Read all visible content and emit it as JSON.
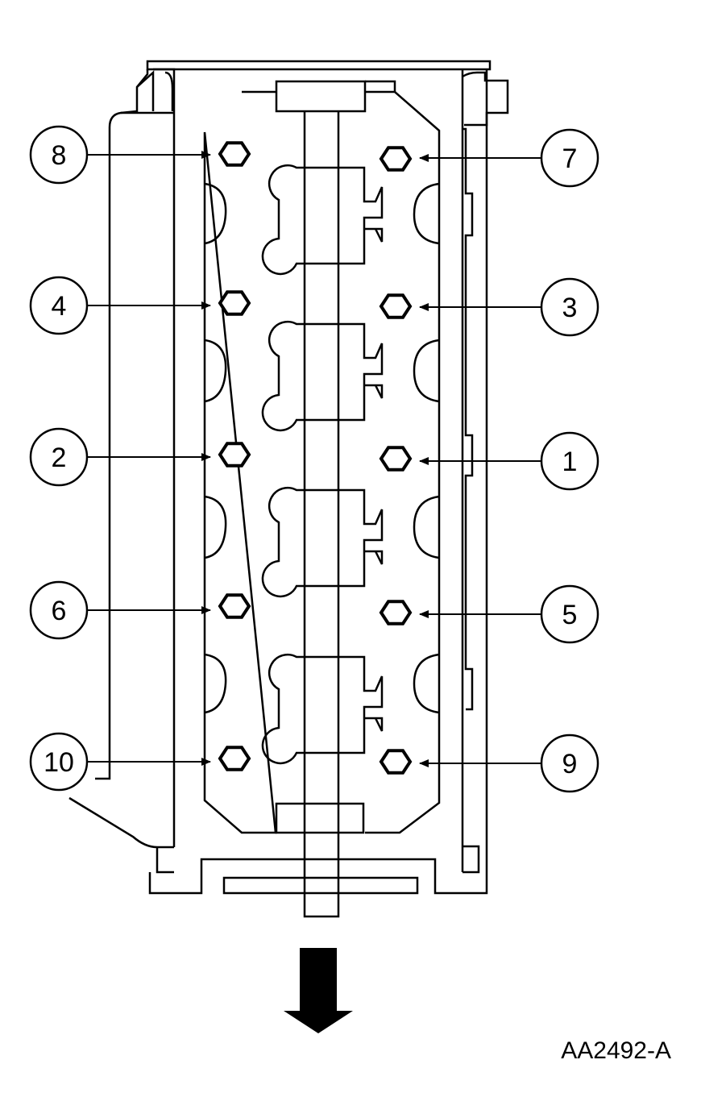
{
  "figure_id": "AA2492-A",
  "callouts": [
    {
      "label": "8",
      "bolt_index": 0
    },
    {
      "label": "7",
      "bolt_index": 1
    },
    {
      "label": "4",
      "bolt_index": 2
    },
    {
      "label": "3",
      "bolt_index": 3
    },
    {
      "label": "2",
      "bolt_index": 4
    },
    {
      "label": "1",
      "bolt_index": 5
    },
    {
      "label": "6",
      "bolt_index": 6
    },
    {
      "label": "5",
      "bolt_index": 7
    },
    {
      "label": "10",
      "bolt_index": 8
    },
    {
      "label": "9",
      "bolt_index": 9
    }
  ]
}
